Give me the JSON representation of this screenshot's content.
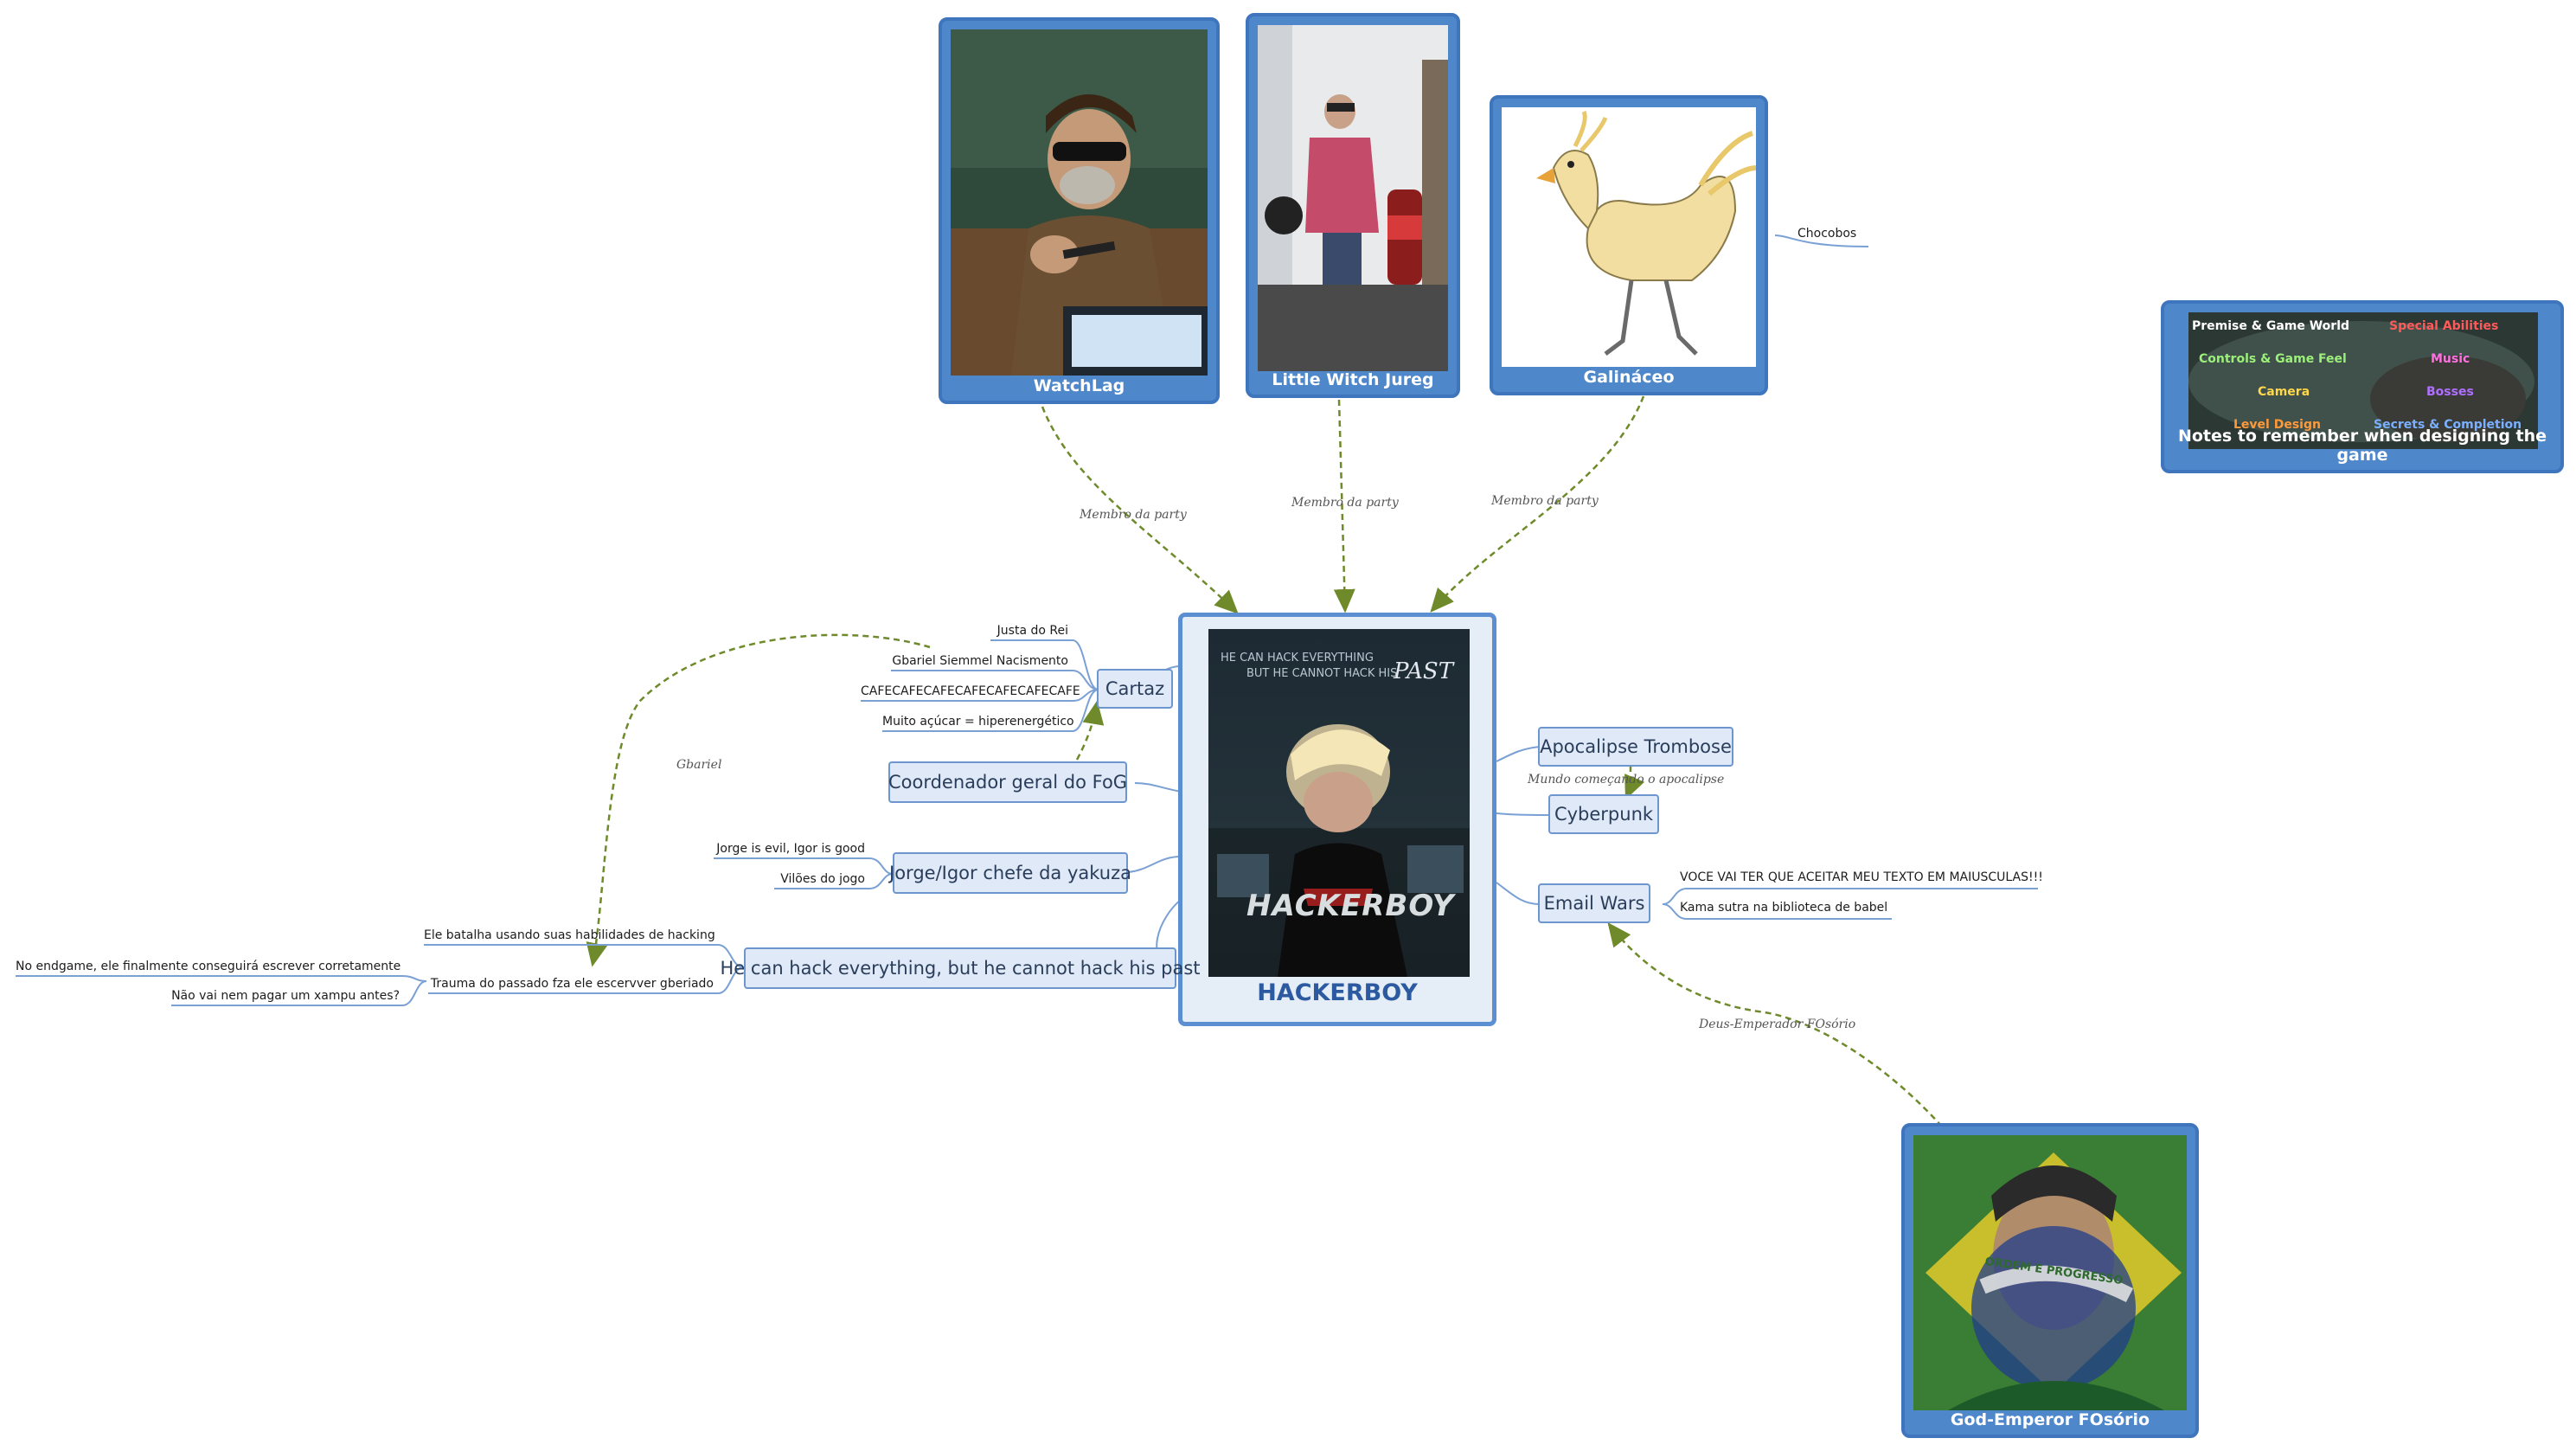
{
  "central": {
    "title": "HACKERBOY",
    "poster": {
      "line1": "HE CAN HACK EVERYTHING",
      "line2": "BUT HE CANNOT HACK HIS",
      "past": "PAST",
      "logo": "HACKERBOY"
    }
  },
  "party": [
    {
      "label": "WatchLag",
      "relation": "Membro da party"
    },
    {
      "label": "Little Witch Jureg",
      "relation": "Membro da party"
    },
    {
      "label": "Galináceo",
      "relation": "Membro da party"
    }
  ],
  "chocobos": "Chocobos",
  "notes": {
    "caption": "Notes to remember when designing the game",
    "items": [
      "Premise & Game World",
      "Special Abilities",
      "Controls & Game Feel",
      "Music",
      "Camera",
      "Bosses",
      "Level Design",
      "Secrets & Completion"
    ]
  },
  "cartaz": {
    "label": "Cartaz",
    "items": [
      "Justa do Rei",
      "Gbariel Siemmel Nacismento",
      "CAFECAFECAFECAFECAFECAFECAFE",
      "Muito açúcar = hiperenergético"
    ]
  },
  "coordenador": "Coordenador geral do FoG",
  "gbariel": "Gbariel",
  "jorge": {
    "label": "Jorge/Igor chefe da yakuza",
    "items": [
      "Jorge is evil, Igor is good",
      "Vilões do jogo"
    ]
  },
  "hack": {
    "label": "He can hack everything, but he cannot hack his past",
    "items": [
      "Ele batalha usando suas habilidades de hacking",
      "Trauma do passado fza ele escervver gberiado"
    ],
    "sub": [
      "No endgame, ele finalmente conseguirá escrever corretamente",
      "Não vai nem pagar um xampu antes?"
    ]
  },
  "right": {
    "apocalipse": "Apocalipse Trombose",
    "mundo": "Mundo começando o apocalipse",
    "cyberpunk": "Cyberpunk",
    "email": {
      "label": "Email Wars",
      "items": [
        "VOCE VAI TER QUE ACEITAR MEU TEXTO EM MAIUSCULAS!!!",
        "Kama sutra na biblioteca de babel"
      ]
    }
  },
  "god": {
    "label": "God-Emperor FOsório",
    "relation": "Deus-Emperador FOsório",
    "banner": "ORDEM E PROGRESSO"
  }
}
